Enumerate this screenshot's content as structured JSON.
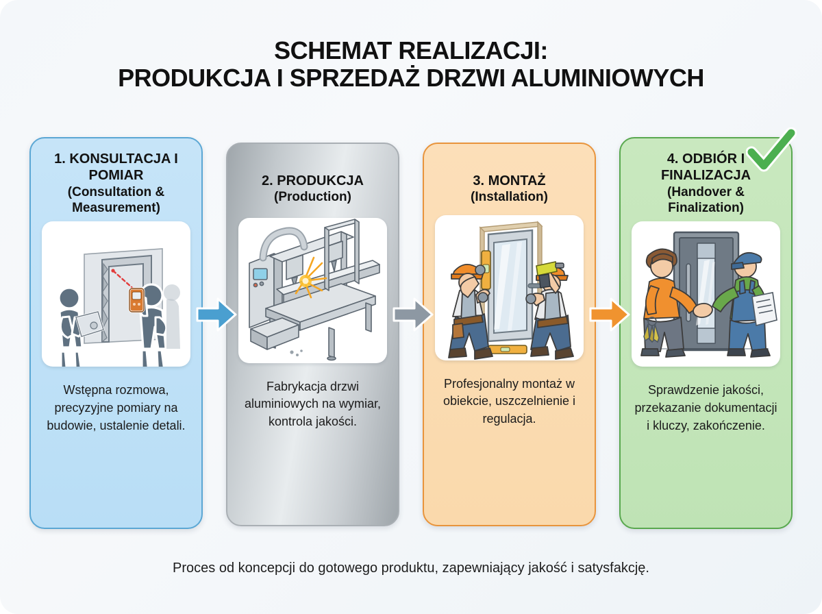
{
  "poster": {
    "title_line_1": "SCHEMAT REALIZACJI:",
    "title_line_2": "PRODUKCJA I SPRZEDAŻ DRZWI ALUMINIOWYCH",
    "footer": "Proces od koncepcji do gotowego produktu, zapewniający jakość i satysfakcję.",
    "background_color": "#f4f7fa"
  },
  "steps": [
    {
      "id": "step-1",
      "heading_pl": "1. KONSULTACJA I POMIAR",
      "heading_en": "(Consultation & Measurement)",
      "caption": "Wstępna rozmowa, precyzyjne pomiary na budowie, ustalenie detali.",
      "accent_color": "#5ba7d4",
      "fill_color": "#c6e4f8",
      "illustration": "surveyors-measuring-doorway-illustration"
    },
    {
      "id": "step-2",
      "heading_pl": "2. PRODUKCJA",
      "heading_en": "(Production)",
      "caption": "Fabrykacja drzwi aluminiowych na wymiar, kontrola jakości.",
      "accent_color": "#a9afb4",
      "fill_color": "#c9ced2",
      "illustration": "cnc-machine-cutting-aluminium-illustration"
    },
    {
      "id": "step-3",
      "heading_pl": "3. MONTAŻ",
      "heading_en": "(Installation)",
      "caption": "Profesjonalny montaż w obiekcie, uszczelnienie i regulacja.",
      "accent_color": "#e8943c",
      "fill_color": "#fcdfb9",
      "illustration": "two-installers-fitting-door-illustration"
    },
    {
      "id": "step-4",
      "heading_pl": "4. ODBIÓR I FINALIZACJA",
      "heading_en": "(Handover & Finalization)",
      "caption": "Sprawdzenie jakości, przekazanie dokumentacji i kluczy, zakończenie.",
      "accent_color": "#59a84f",
      "fill_color": "#c9e8bf",
      "illustration": "handshake-handover-keys-illustration",
      "badge": "green-checkmark"
    }
  ],
  "arrows": [
    {
      "id": "arrow-1-to-2",
      "color": "#4a9fd0"
    },
    {
      "id": "arrow-2-to-3",
      "color": "#8d98a3"
    },
    {
      "id": "arrow-3-to-4",
      "color": "#f0932f"
    }
  ]
}
